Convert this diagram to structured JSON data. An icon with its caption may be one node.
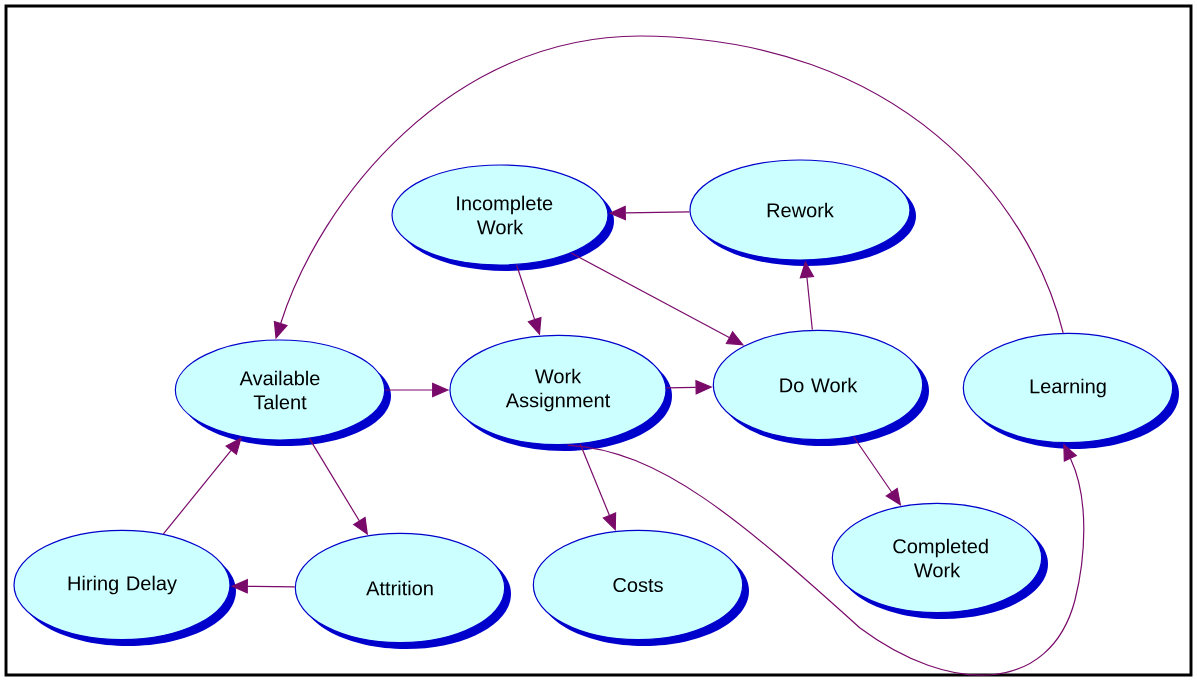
{
  "diagram": {
    "nodes": [
      {
        "text": [
          "Incomplete Work"
        ]
      },
      {
        "text": [
          "Rework"
        ]
      },
      {
        "text": [
          "Available Talent"
        ]
      },
      {
        "text": [
          "Work Assignment"
        ]
      },
      {
        "text": [
          "Do Work"
        ]
      },
      {
        "text": [
          "Learning"
        ]
      },
      {
        "text": [
          "Hiring Delay"
        ]
      },
      {
        "text": [
          "Attrition"
        ]
      },
      {
        "text": [
          "Costs"
        ]
      },
      {
        "text": [
          "Completed Work"
        ]
      }
    ],
    "edges": [
      {
        "from": 1,
        "to": 0,
        "arrow": "to"
      },
      {
        "from": 0,
        "to": 3,
        "arrow": "to"
      },
      {
        "from": 0,
        "to": 4,
        "arrow": "to"
      },
      {
        "from": 4,
        "to": 1,
        "arrow": "to"
      },
      {
        "from": 5,
        "to": 2,
        "arrow": "to"
      },
      {
        "from": 2,
        "to": 3,
        "arrow": "to"
      },
      {
        "from": 3,
        "to": 4,
        "arrow": "to"
      },
      {
        "from": 4,
        "to": 9,
        "arrow": "to"
      },
      {
        "from": 3,
        "to": 8,
        "arrow": "to"
      },
      {
        "from": 3,
        "to": 5,
        "arrow": "to"
      },
      {
        "from": 2,
        "to": 7,
        "arrow": "to"
      },
      {
        "from": 7,
        "to": 6,
        "arrow": "to"
      },
      {
        "from": 6,
        "to": 2,
        "arrow": "to"
      }
    ]
  }
}
